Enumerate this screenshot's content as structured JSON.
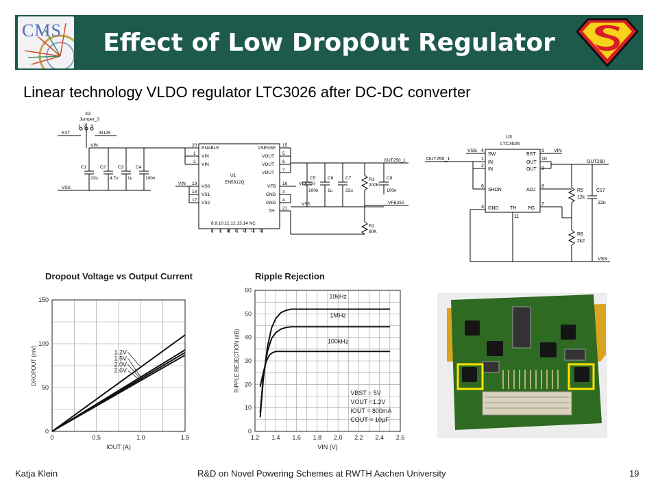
{
  "header": {
    "title": "Effect of Low DropOut Regulator",
    "left_logo_text": "CMS",
    "banner_color": "#1e5a4c"
  },
  "subtitle": "Linear technology VLDO regulator LTC3026 after DC-DC converter",
  "schematic_left": {
    "jumper": {
      "ref": "X3",
      "name": "Jumper_3",
      "pins": [
        "1",
        "2",
        "3"
      ],
      "ext": "EXT",
      "in": "IN125"
    },
    "caps": [
      {
        "ref": "C1",
        "value": "22u"
      },
      {
        "ref": "C2",
        "value": "4.7u"
      },
      {
        "ref": "C3",
        "value": "1u"
      },
      {
        "ref": "C4",
        "value": "100n"
      }
    ],
    "vin": "VIN",
    "vss": "VSS",
    "ic": {
      "ref": "U1",
      "name": "EN5312Q",
      "left_pins": [
        {
          "num": "20",
          "name": "ENABLE"
        },
        {
          "num": "1",
          "name": "VIN"
        },
        {
          "num": "2",
          "name": "VIN"
        },
        {
          "num": "19",
          "name": "VS0"
        },
        {
          "num": "18",
          "name": "VS1"
        },
        {
          "num": "17",
          "name": "VS2"
        }
      ],
      "right_pins": [
        {
          "num": "15",
          "name": "VSENSE"
        },
        {
          "num": "5",
          "name": "VOUT"
        },
        {
          "num": "6",
          "name": "VOUT"
        },
        {
          "num": "7",
          "name": "VOUT"
        },
        {
          "num": "16",
          "name": "VFB"
        },
        {
          "num": "3",
          "name": "GND"
        },
        {
          "num": "4",
          "name": "GND"
        },
        {
          "num": "21",
          "name": "TH"
        }
      ],
      "nc": "8,9,10,11,12,13,14 NC",
      "bottom_pins": [
        "8",
        "9",
        "10",
        "11",
        "12",
        "13",
        "14"
      ]
    },
    "out_caps": [
      {
        "ref": "C5",
        "value": "100n"
      },
      {
        "ref": "C6",
        "value": "1u"
      },
      {
        "ref": "C7",
        "value": "22u"
      },
      {
        "ref": "C8",
        "value": "100n"
      }
    ],
    "resistors": [
      {
        "ref": "R1",
        "value": "200K"
      },
      {
        "ref": "R2",
        "value": "60K"
      }
    ],
    "net_labels": {
      "out": "OUT250_1",
      "vfb": "VFB250",
      "vss": "VSS",
      "vfb2": "VFB250"
    }
  },
  "schematic_right": {
    "ic": {
      "ref": "U3",
      "name": "LTC3026",
      "left_pins": [
        {
          "num": "4",
          "name": "SW"
        },
        {
          "num": "1",
          "name": "IN"
        },
        {
          "num": "2",
          "name": "IN"
        },
        {
          "num": "6",
          "name": "SHDN"
        },
        {
          "num": "3",
          "name": "GND"
        }
      ],
      "right_pins": [
        {
          "num": "5",
          "name": "BST"
        },
        {
          "num": "10",
          "name": "OUT"
        },
        {
          "num": "9",
          "name": "OUT"
        },
        {
          "num": "8",
          "name": "ADJ"
        },
        {
          "num": "7",
          "name": "PG"
        }
      ],
      "th": "TH",
      "th_num": "11"
    },
    "vss": "VSS",
    "vin": "VIN",
    "in_net": "OUT250_1",
    "out_net": "OUT250",
    "vss_bottom": "VSS",
    "resistors": [
      {
        "ref": "R5",
        "value": "12k"
      },
      {
        "ref": "R6",
        "value": "2k2"
      }
    ],
    "cap": {
      "ref": "C17",
      "value": "22u"
    }
  },
  "chart_data": [
    {
      "type": "line",
      "title": "Dropout Voltage vs Output Current",
      "xlabel": "IOUT (A)",
      "ylabel": "DROPOUT (mV)",
      "xlim": [
        0,
        1.5
      ],
      "ylim": [
        0,
        150
      ],
      "xticks": [
        "0",
        "0.5",
        "1.0",
        "1.5"
      ],
      "yticks": [
        "0",
        "50",
        "100",
        "150"
      ],
      "grid": true,
      "series": [
        {
          "name": "1.2V",
          "x": [
            0,
            1.5
          ],
          "y": [
            0,
            110
          ]
        },
        {
          "name": "1.5V",
          "x": [
            0,
            1.5
          ],
          "y": [
            0,
            93
          ]
        },
        {
          "name": "2.0V",
          "x": [
            0,
            1.5
          ],
          "y": [
            0,
            90
          ]
        },
        {
          "name": "2.6V",
          "x": [
            0,
            1.5
          ],
          "y": [
            0,
            87
          ]
        }
      ]
    },
    {
      "type": "line",
      "title": "Ripple Rejection",
      "xlabel": "VIN (V)",
      "ylabel": "RIPPLE REJECTION (dB)",
      "xlim": [
        1.2,
        2.6
      ],
      "ylim": [
        0,
        60
      ],
      "xticks": [
        "1.2",
        "1.4",
        "1.6",
        "1.8",
        "2.0",
        "2.2",
        "2.4",
        "2.6"
      ],
      "yticks": [
        "0",
        "10",
        "20",
        "30",
        "40",
        "50",
        "60"
      ],
      "grid": true,
      "conditions": [
        "VBST = 5V",
        "VOUT =1.2V",
        "IOUT = 800mA",
        "COUT = 10µF"
      ],
      "series": [
        {
          "name": "10kHz",
          "x": [
            1.25,
            1.28,
            1.32,
            1.36,
            1.4,
            1.45,
            1.5,
            1.55,
            1.6,
            2.0,
            2.5
          ],
          "y": [
            6,
            22,
            36,
            44,
            48,
            50.5,
            51.5,
            52,
            52,
            52,
            52
          ]
        },
        {
          "name": "1MHz",
          "x": [
            1.25,
            1.28,
            1.32,
            1.36,
            1.4,
            1.45,
            1.5,
            1.55,
            1.6,
            2.0,
            2.5
          ],
          "y": [
            8,
            23,
            34,
            39.5,
            42,
            43.5,
            44.2,
            44.5,
            44.5,
            44.5,
            44.5
          ]
        },
        {
          "name": "100kHz",
          "x": [
            1.25,
            1.28,
            1.31,
            1.34,
            1.37,
            1.4,
            1.45,
            1.5,
            1.6,
            2.0,
            2.5
          ],
          "y": [
            19,
            25,
            30,
            32.5,
            33.5,
            34,
            34,
            34,
            34,
            34,
            34
          ]
        }
      ]
    }
  ],
  "photo": {
    "board_color": "#2f6a22",
    "tape_color": "#d8a31f",
    "highlight_color": "#ffe400"
  },
  "footer": {
    "author": "Katja Klein",
    "center": "R&D on Novel Powering Schemes at RWTH Aachen University",
    "page": "19"
  }
}
